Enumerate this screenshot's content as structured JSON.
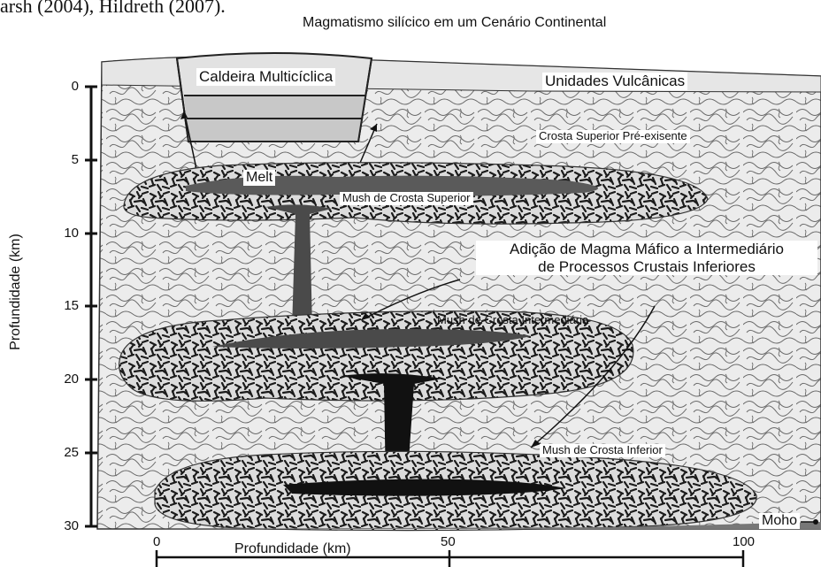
{
  "caption": "arsh (2004), Hildreth (2007).",
  "title": "Magmatismo silícico em um Cenário Continental",
  "y_axis": {
    "label": "Profundidade (km)",
    "ticks": [
      "0",
      "5",
      "10",
      "15",
      "20",
      "25",
      "30"
    ]
  },
  "x_axis": {
    "label": "Profundidade (km)",
    "ticks": [
      "0",
      "50",
      "100"
    ]
  },
  "labels": {
    "caldera": "Caldeira Multicíclica",
    "volcanic_units": "Unidades Vulcânicas",
    "upper_crust": "Crosta Superior Pré-exisente",
    "melt": "Melt",
    "upper_mush": "Mush de Crosta Superior",
    "mafic_addition_line1": "Adição de Magma Máfico a Intermediário",
    "mafic_addition_line2": "de Processos Crustais Inferiores",
    "intermediate_mush": "Mush de Crosta Intermediária",
    "lower_mush": "Mush de Crosta Inferior",
    "moho": "Moho"
  },
  "colors": {
    "crust": "#ececec",
    "squiggle": "#6a6a6a",
    "mush_fill": "#dcdcdc",
    "melt_dark": "#4a4a4a",
    "melt_black": "#111111",
    "caldera_light": "#e2e2e2",
    "caldera_mid": "#c8c8c8",
    "moho": "#777777"
  }
}
